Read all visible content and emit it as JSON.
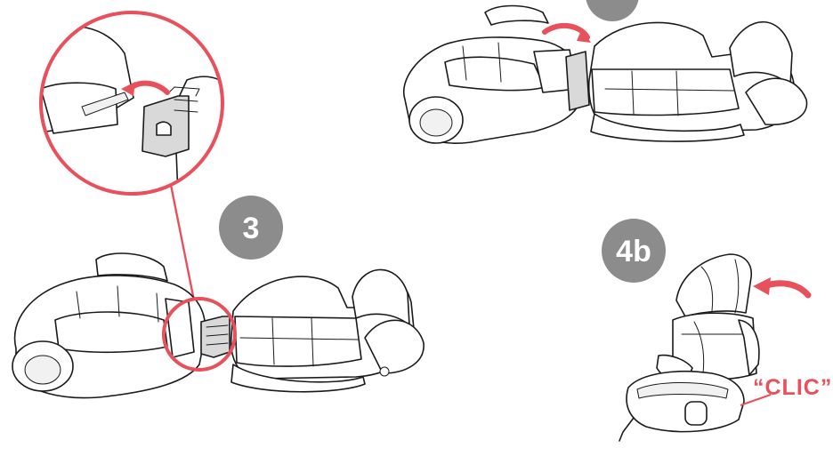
{
  "steps": {
    "step3": "3",
    "step4b": "4b"
  },
  "annotation": {
    "clic": "“CLIC”"
  },
  "colors": {
    "accent": "#e8505b",
    "badge": "#8c8c8c",
    "line": "#1a1a1a",
    "part": "#d9d9d9"
  },
  "icons": {
    "arrow": "curved-arrow-icon"
  }
}
